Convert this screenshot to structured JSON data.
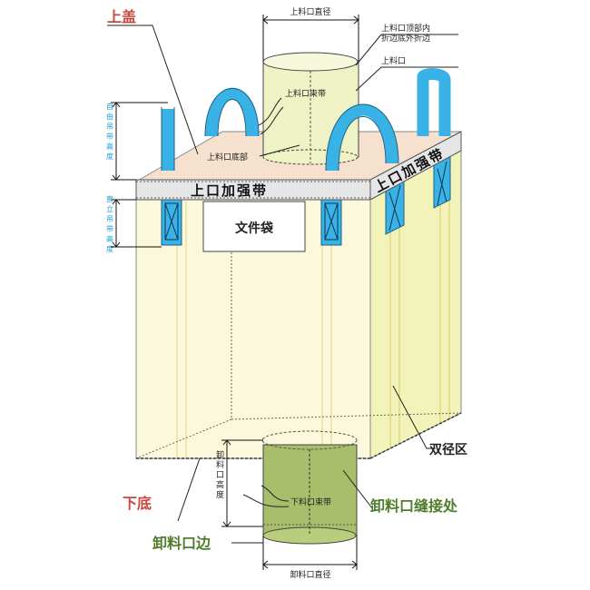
{
  "labels": {
    "top_cover": "上盖",
    "inlet_diameter": "上料口直径",
    "inlet_top_fold": "上料口顶部内\n折边底外折边",
    "inlet": "上料口",
    "inlet_tie": "上料口束带",
    "inlet_bottom": "上料口底部",
    "free_loop_height": "自由吊带高度",
    "straight_loop_height": "直立吊带高度",
    "reinforce_band_front": "上口加强带",
    "reinforce_band_side": "上口加强带",
    "document_pouch": "文件袋",
    "double_diameter_zone": "双径区",
    "outlet_seam": "卸料口缝接处",
    "bottom": "下底",
    "outlet_height": "卸料口高度",
    "outlet_tie": "下料口束带",
    "outlet_edge": "卸料口边",
    "outlet_diameter": "卸料口直径"
  },
  "colors": {
    "bag_front": "#fbf8dc",
    "bag_side": "#f2f3b8",
    "top_cover": "#f6e1cf",
    "band": "#e6e6e6",
    "loop": "#39b3e6",
    "inlet_tube": "#eef2c4",
    "outlet_tube": "#a8be6a",
    "red_label": "#c8463e",
    "green_label": "#4f7d2a",
    "blue_label": "#1a9bd7"
  }
}
